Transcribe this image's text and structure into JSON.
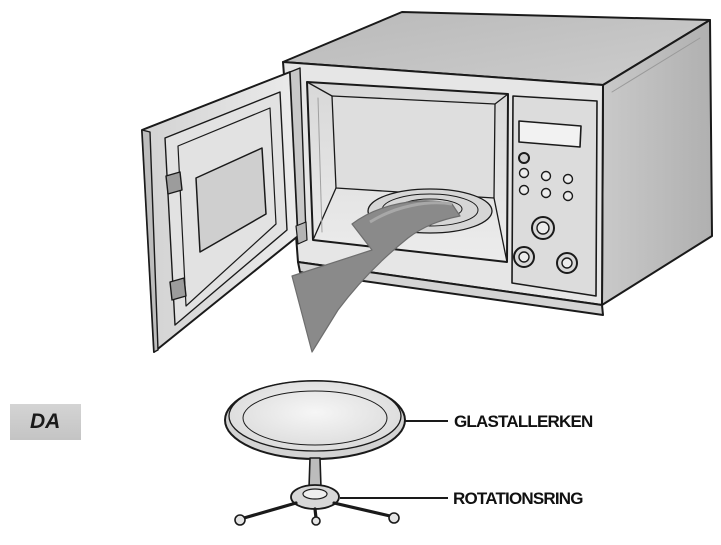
{
  "badge": {
    "text": "DA"
  },
  "callouts": {
    "glass_tray": "GLASTALLERKEN",
    "rotation_ring": "ROTATIONSRING"
  },
  "icons": {
    "oven": "microwave-oven-icon",
    "arrow": "curved-arrow-icon",
    "tray": "glass-tray-icon",
    "ring": "rotation-ring-icon"
  },
  "colors": {
    "oven_body": "#cfcfcf",
    "oven_front": "#e6e6e6",
    "arrow": "#8a8a8a",
    "badge_bg": "#cccccc",
    "outline": "#1a1a1a"
  }
}
